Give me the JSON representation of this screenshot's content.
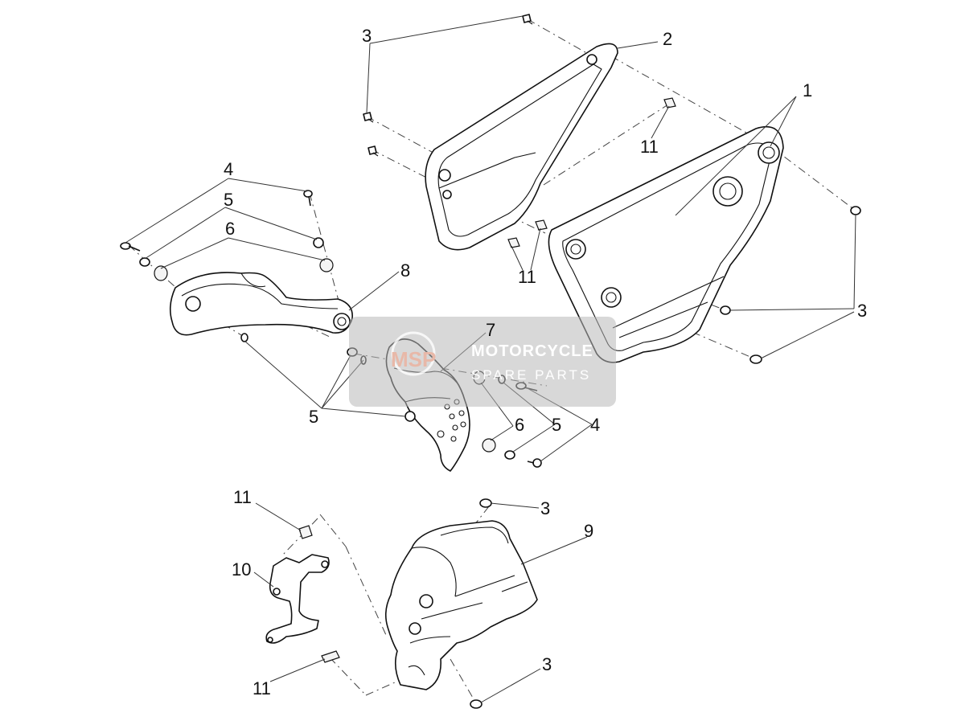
{
  "callouts": {
    "c1": "1",
    "c2": "2",
    "c3a": "3",
    "c3b": "3",
    "c3c": "3",
    "c3d": "3",
    "c4a": "4",
    "c4b": "4",
    "c5a": "5",
    "c5b": "5",
    "c5c": "5",
    "c6a": "6",
    "c6b": "6",
    "c7": "7",
    "c8": "8",
    "c9": "9",
    "c10": "10",
    "c11a": "11",
    "c11b": "11",
    "c11c": "11",
    "c11d": "11"
  },
  "watermark": {
    "logo": "MSP",
    "title": "MOTORCYCLE",
    "subtitle": "SPARE PARTS"
  },
  "colors": {
    "line": "#111111",
    "watermark_box": "#b8b8b8",
    "watermark_text": "#ffffff",
    "logo_tint": "#e8b8a8"
  }
}
